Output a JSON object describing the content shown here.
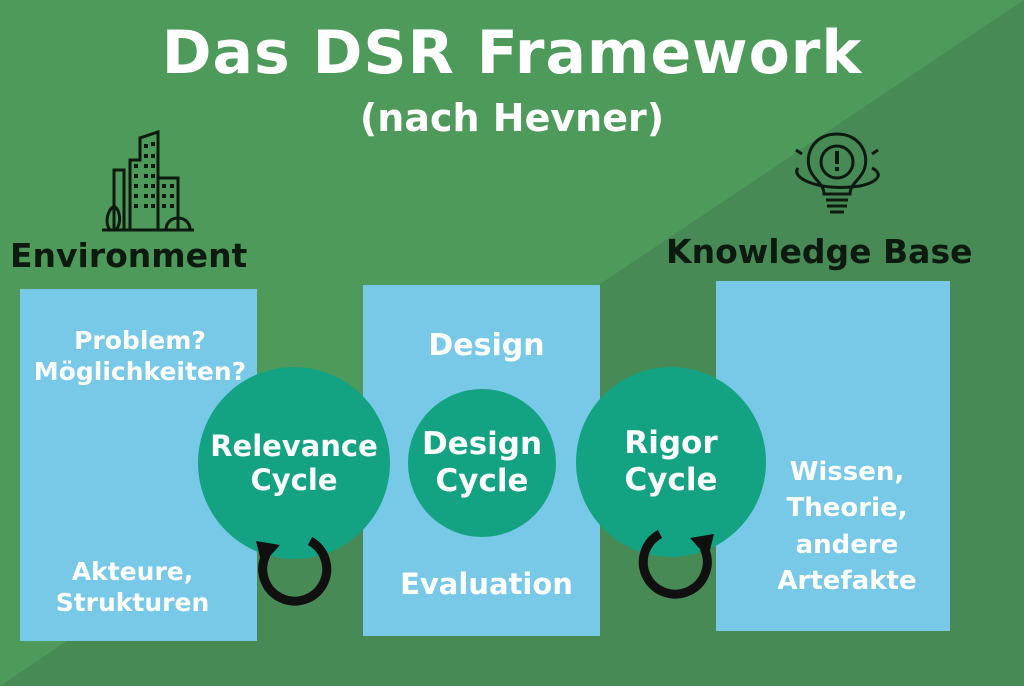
{
  "slide": {
    "title": "Das DSR Framework",
    "subtitle": "(nach Hevner)"
  },
  "sections": {
    "environment": "Environment",
    "knowledge_base": "Knowledge Base"
  },
  "environment_box": {
    "line1": "Problem?",
    "line2": "Möglichkeiten?",
    "bottom1": "Akteure,",
    "bottom2": "Strukturen"
  },
  "design_box": {
    "top": "Design",
    "bottom": "Evaluation"
  },
  "knowledge_box": {
    "line1": "Wissen,",
    "line2": "Theorie,",
    "line3": "andere",
    "line4": "Artefakte"
  },
  "cycles": {
    "relevance": [
      "Relevance",
      "Cycle"
    ],
    "design": [
      "Design",
      "Cycle"
    ],
    "rigor": [
      "Rigor",
      "Cycle"
    ]
  },
  "icons": [
    "buildings-icon",
    "lightbulb-icon",
    "cycle-arrow-icon"
  ],
  "colors": {
    "background": "#4e9a5b",
    "background_dark": "#478a56",
    "box": "#78c8e8",
    "circle": "#13a383",
    "title_text": "#ffffff",
    "section_text": "#0d1a10"
  }
}
